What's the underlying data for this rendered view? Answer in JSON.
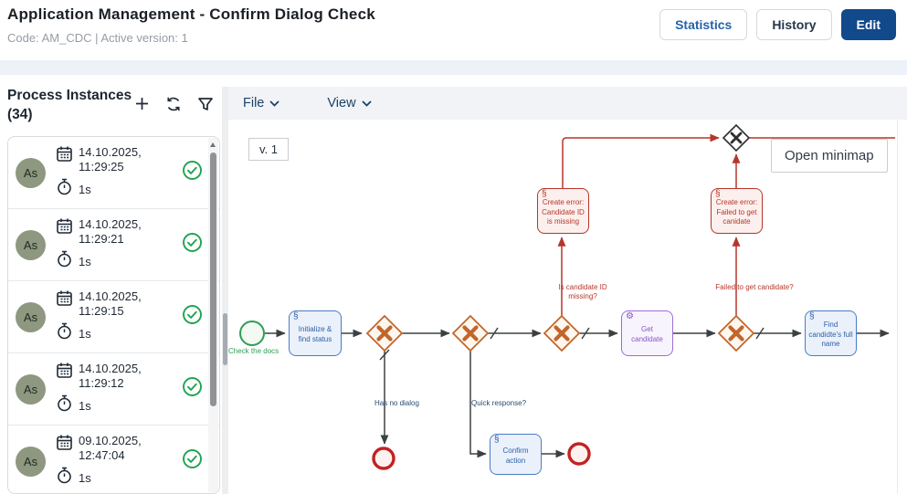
{
  "header": {
    "title": "Application Management - Confirm Dialog Check",
    "subtitle": "Code: AM_CDC | Active version: 1",
    "buttons": {
      "statistics": "Statistics",
      "history": "History",
      "edit": "Edit"
    }
  },
  "sidebar": {
    "title": "Process Instances (34)",
    "count": 34,
    "instances": [
      {
        "initials": "As",
        "date": "14.10.2025,",
        "time": "11:29:25",
        "duration": "1s",
        "status": "success"
      },
      {
        "initials": "As",
        "date": "14.10.2025,",
        "time": "11:29:21",
        "duration": "1s",
        "status": "success"
      },
      {
        "initials": "As",
        "date": "14.10.2025,",
        "time": "11:29:15",
        "duration": "1s",
        "status": "success"
      },
      {
        "initials": "As",
        "date": "14.10.2025,",
        "time": "11:29:12",
        "duration": "1s",
        "status": "success"
      },
      {
        "initials": "As",
        "date": "09.10.2025,",
        "time": "12:47:04",
        "duration": "1s",
        "status": "success"
      }
    ]
  },
  "menubar": {
    "file": "File",
    "view": "View"
  },
  "canvas": {
    "version_badge": "v. 1",
    "minimap_button": "Open minimap",
    "nodes": {
      "start_label": "Check the docs",
      "task_init": "Initialize & find status",
      "task_get_candidate": "Get candidate",
      "task_find_name": "Find candidte's full name",
      "task_confirm": "Confirm action",
      "error_candidate_id": "Create error: Candidate ID is missing",
      "error_failed_get": "Create error: Failed to get canidate"
    },
    "flow_labels": {
      "has_no_dialog": "Has no dialog",
      "quick_response": "Quick response?",
      "is_candidate_missing": "Is candidate ID missing?",
      "failed_to_get": "Failed to get candidate?"
    }
  },
  "colors": {
    "primary_button": "#11498a",
    "link_blue": "#2563a8",
    "success_green": "#1fa34e",
    "bpmn_blue": "#4a7cc4",
    "bpmn_purple": "#9a6ed2",
    "bpmn_red": "#b5362b",
    "bpmn_orange": "#c2662a",
    "start_green": "#2f9e53",
    "end_red": "#c32222",
    "avatar_olive": "#8e977f"
  }
}
